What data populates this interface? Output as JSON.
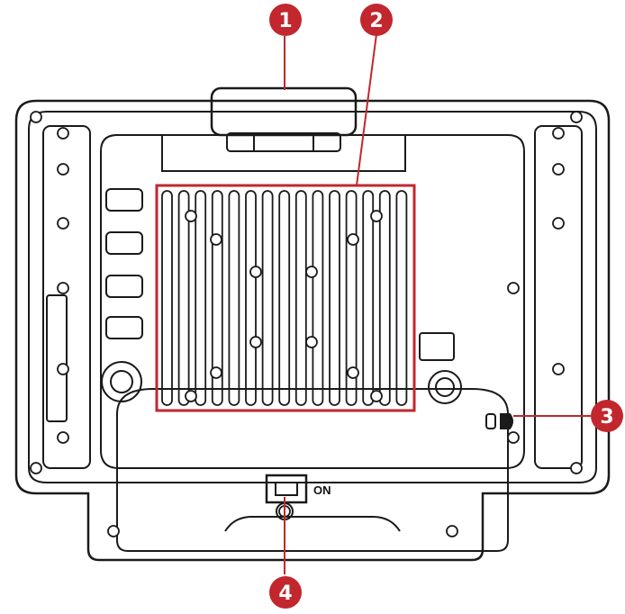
{
  "colors": {
    "callout": "#c1272d",
    "outline": "#1a1a1a",
    "device_fill": "#ffffff"
  },
  "callouts": [
    {
      "number": "1",
      "target": "handle"
    },
    {
      "number": "2",
      "target": "vesa-mount-plate"
    },
    {
      "number": "3",
      "target": "lock-slot"
    },
    {
      "number": "4",
      "target": "power-button"
    }
  ],
  "labels": {
    "power": "ON"
  }
}
